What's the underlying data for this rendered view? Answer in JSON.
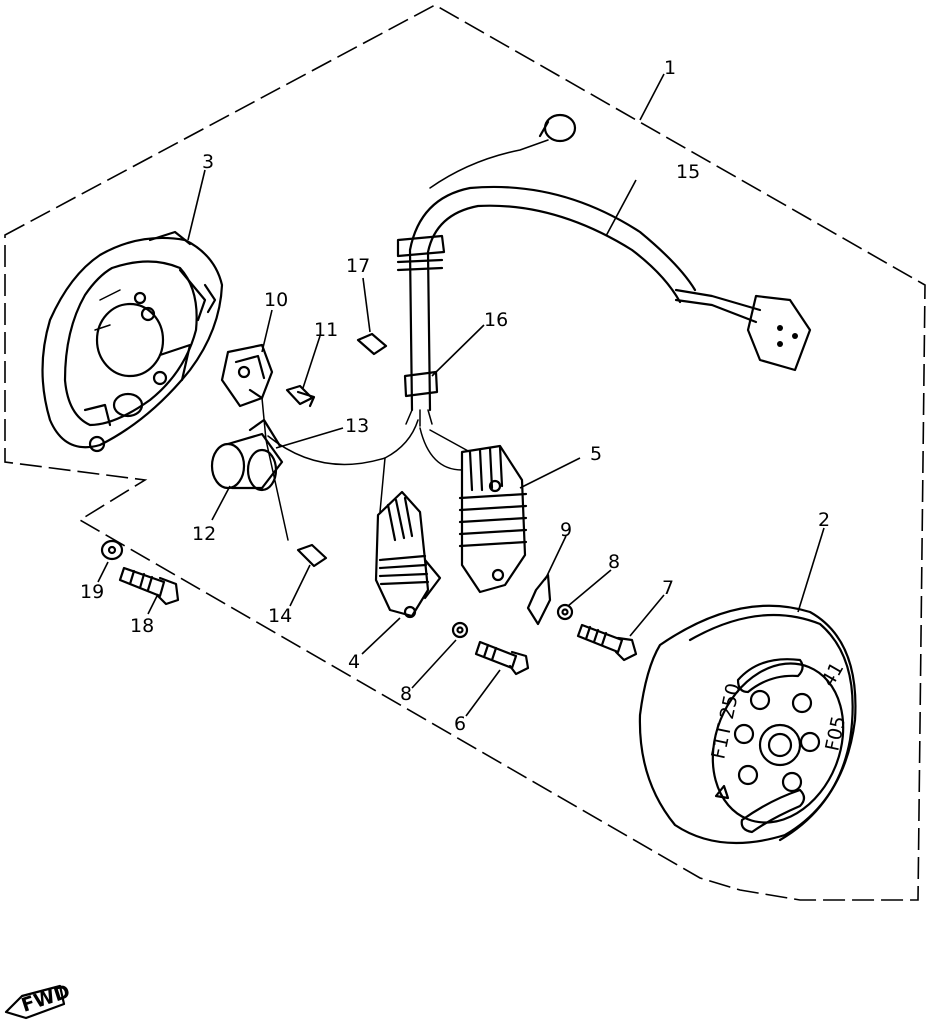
{
  "parts": [
    {
      "id": "p1",
      "number": "1"
    },
    {
      "id": "p2",
      "number": "2"
    },
    {
      "id": "p3",
      "number": "3"
    },
    {
      "id": "p4",
      "number": "4"
    },
    {
      "id": "p5",
      "number": "5"
    },
    {
      "id": "p6",
      "number": "6"
    },
    {
      "id": "p7",
      "number": "7"
    },
    {
      "id": "p8a",
      "number": "8"
    },
    {
      "id": "p8b",
      "number": "8"
    },
    {
      "id": "p9",
      "number": "9"
    },
    {
      "id": "p10",
      "number": "10"
    },
    {
      "id": "p11",
      "number": "11"
    },
    {
      "id": "p12",
      "number": "12"
    },
    {
      "id": "p13",
      "number": "13"
    },
    {
      "id": "p14",
      "number": "14"
    },
    {
      "id": "p15",
      "number": "15"
    },
    {
      "id": "p16",
      "number": "16"
    },
    {
      "id": "p17",
      "number": "17"
    },
    {
      "id": "p18",
      "number": "18"
    },
    {
      "id": "p19",
      "number": "19"
    }
  ],
  "fwd_badge": "FWD",
  "rotor_markings": {
    "left": "F1T 250",
    "right": "F05",
    "top": "41"
  }
}
